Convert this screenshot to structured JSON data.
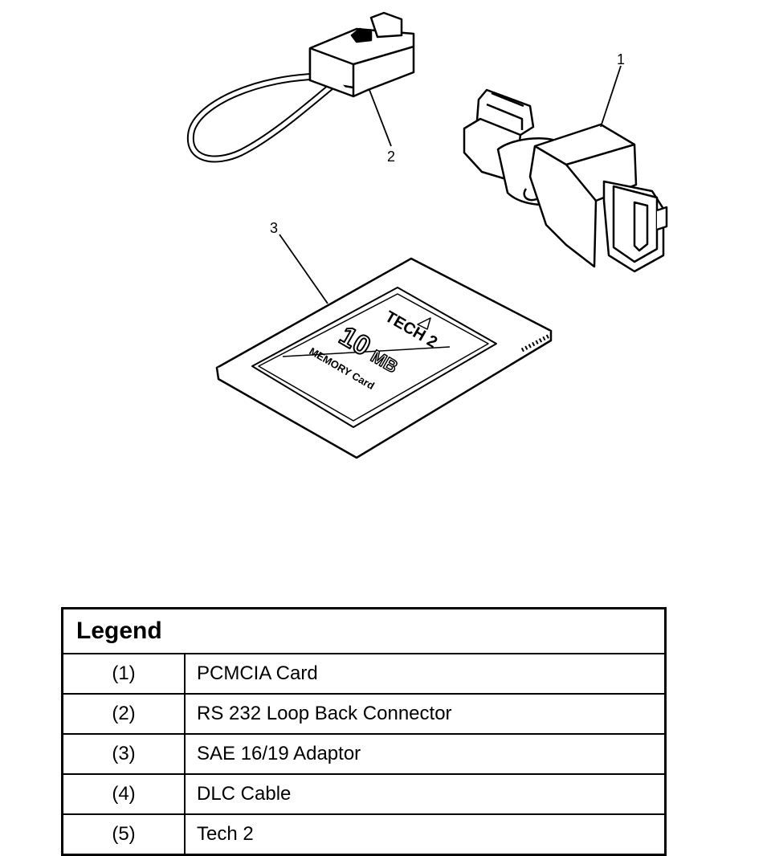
{
  "figure": {
    "callouts": [
      "1",
      "2",
      "3"
    ],
    "card_text": {
      "brand": "TECH 2",
      "size_number": "10",
      "size_unit": "MB",
      "caption": "MEMORY Card"
    }
  },
  "legend": {
    "title": "Legend",
    "rows": [
      {
        "num": "(1)",
        "desc": "PCMCIA Card"
      },
      {
        "num": "(2)",
        "desc": "RS 232 Loop Back Connector"
      },
      {
        "num": "(3)",
        "desc": "SAE 16/19 Adaptor"
      },
      {
        "num": "(4)",
        "desc": "DLC Cable"
      },
      {
        "num": "(5)",
        "desc": "Tech 2"
      }
    ]
  }
}
